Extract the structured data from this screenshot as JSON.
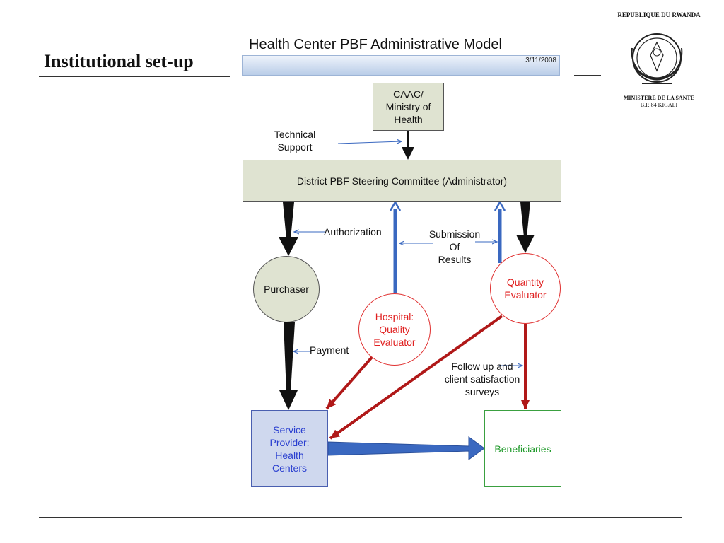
{
  "slide": {
    "title": "Institutional set-up"
  },
  "header": {
    "diagram_title": "Health Center PBF Administrative Model",
    "date": "3/11/2008"
  },
  "emblem": {
    "country": "REPUBLIQUE DU RWANDA",
    "ministry": "MINISTERE DE LA SANTE",
    "address": "B.P.  84 KIGALI",
    "icon": "rwanda-coat-of-arms-icon"
  },
  "nodes": {
    "caac": [
      "CAAC/",
      "Ministry of",
      "Health"
    ],
    "district": [
      "District PBF Steering Committee (Administrator)"
    ],
    "purchaser": [
      "Purchaser"
    ],
    "hospital": [
      "Hospital:",
      "Quality",
      "Evaluator"
    ],
    "quantity": [
      "Quantity",
      "Evaluator"
    ],
    "service": [
      "Service",
      "Provider:",
      "Health",
      "Centers"
    ],
    "beneficiaries": [
      "Beneficiaries"
    ]
  },
  "labels": {
    "technical_support": [
      "Technical",
      "Support"
    ],
    "authorization": [
      "Authorization"
    ],
    "submission": [
      "Submission",
      "Of",
      "Results"
    ],
    "payment": [
      "Payment"
    ],
    "follow_up": [
      "Follow up and",
      "client satisfaction",
      "surveys"
    ]
  },
  "colors": {
    "node_fill": "#dfe3d1",
    "evaluator_red": "#e02020",
    "arrow_red": "#b01818",
    "arrow_blue": "#3a68c0",
    "service_blue": "#2a3fd0",
    "beneficiary_green": "#1f9a2a"
  }
}
